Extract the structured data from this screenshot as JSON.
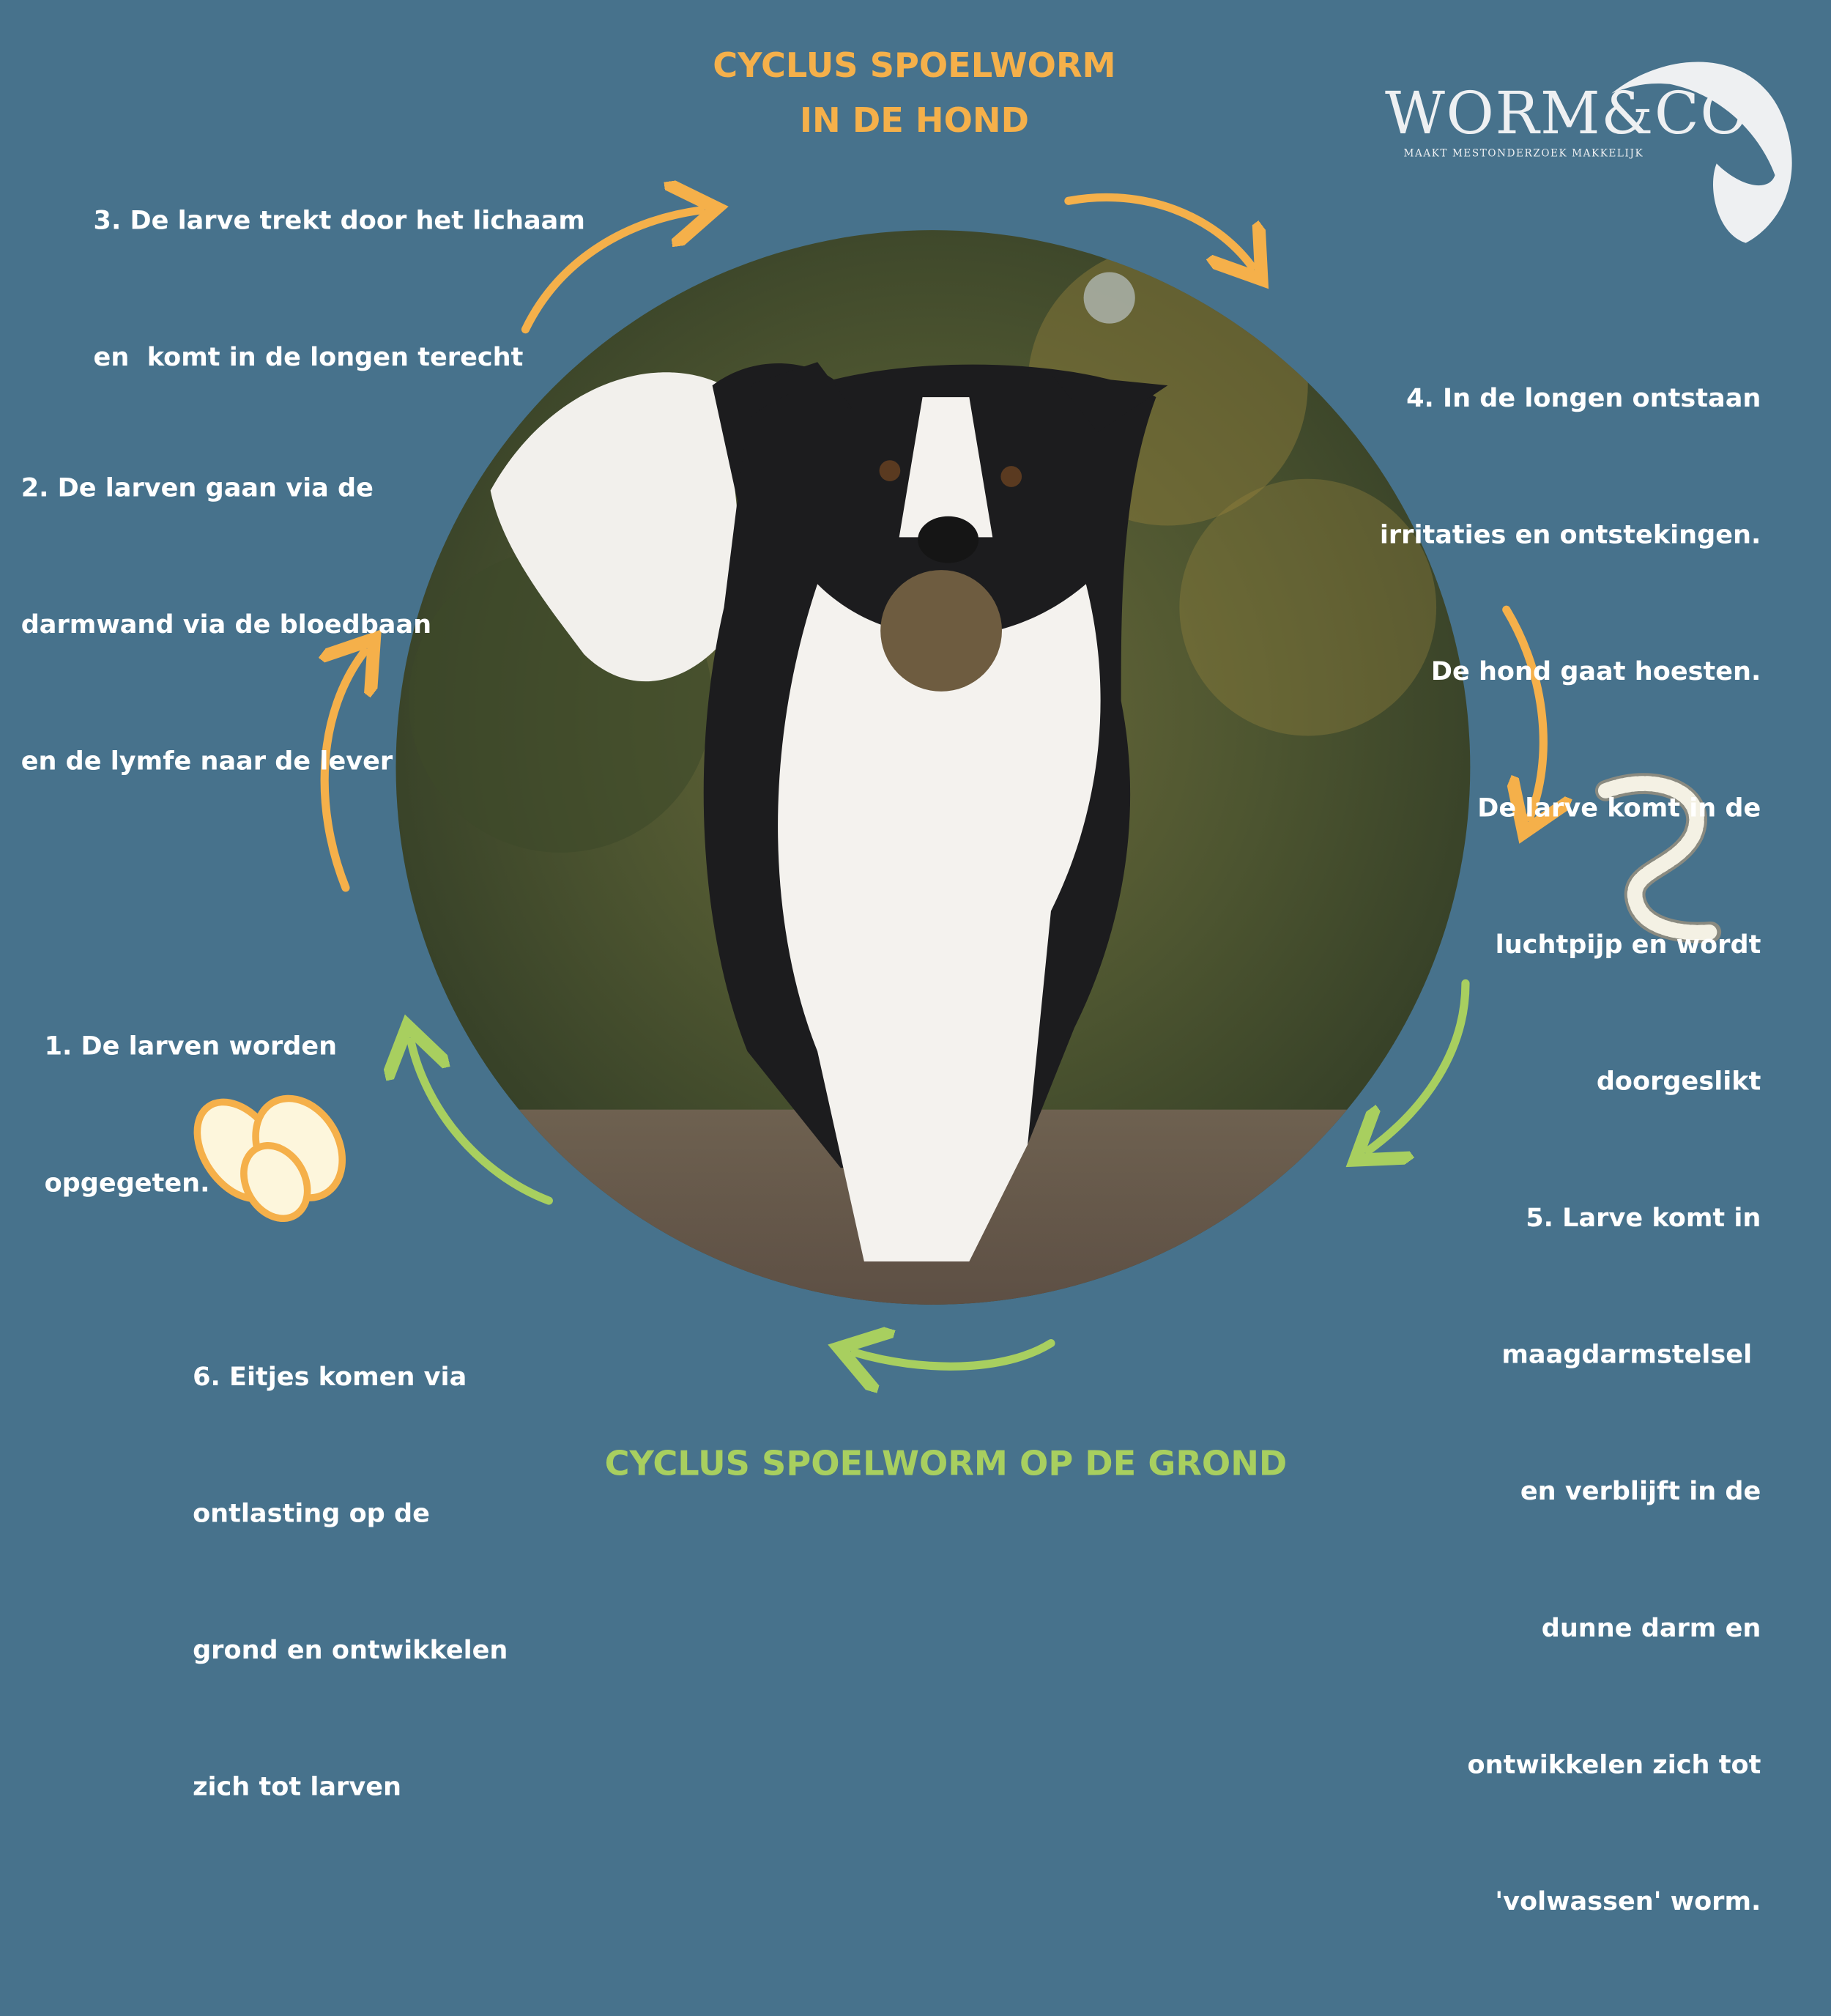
{
  "title_top": {
    "line1": "CYCLUS SPOELWORM",
    "line2": "IN DE HOND",
    "color": "#f5b04a"
  },
  "title_bottom": {
    "text": "CYCLUS SPOELWORM OP DE GROND",
    "color": "#a8cf5f"
  },
  "logo": {
    "name": "WORM&CO",
    "tagline": "MAAKT MESTONDERZOEK MAKKELIJK"
  },
  "steps": {
    "step1": [
      "1. De larven worden",
      "opgegeten."
    ],
    "step2": [
      "2. De larven gaan via de",
      "darmwand via de bloedbaan",
      "en de lymfe naar de lever"
    ],
    "step3": [
      "3. De larve trekt door het lichaam",
      "en  komt in de longen terecht"
    ],
    "step4": [
      "4. In de longen ontstaan",
      "irritaties en ontstekingen.",
      "De hond gaat hoesten.",
      "De larve komt in de",
      "luchtpijp en wordt",
      "doorgeslikt"
    ],
    "step5": [
      "5. Larve komt in",
      "maagdarmstelsel ",
      "en verblijft in de",
      "dunne darm en",
      "ontwikkelen zich tot",
      "'volwassen' worm."
    ],
    "step6": [
      "6. Eitjes komen via",
      "ontlasting op de",
      "grond en ontwikkelen",
      "zich tot larven"
    ]
  },
  "colors": {
    "background": "#47728c",
    "orange": "#f5b04a",
    "green": "#a8cf5f",
    "white": "#ffffff"
  }
}
